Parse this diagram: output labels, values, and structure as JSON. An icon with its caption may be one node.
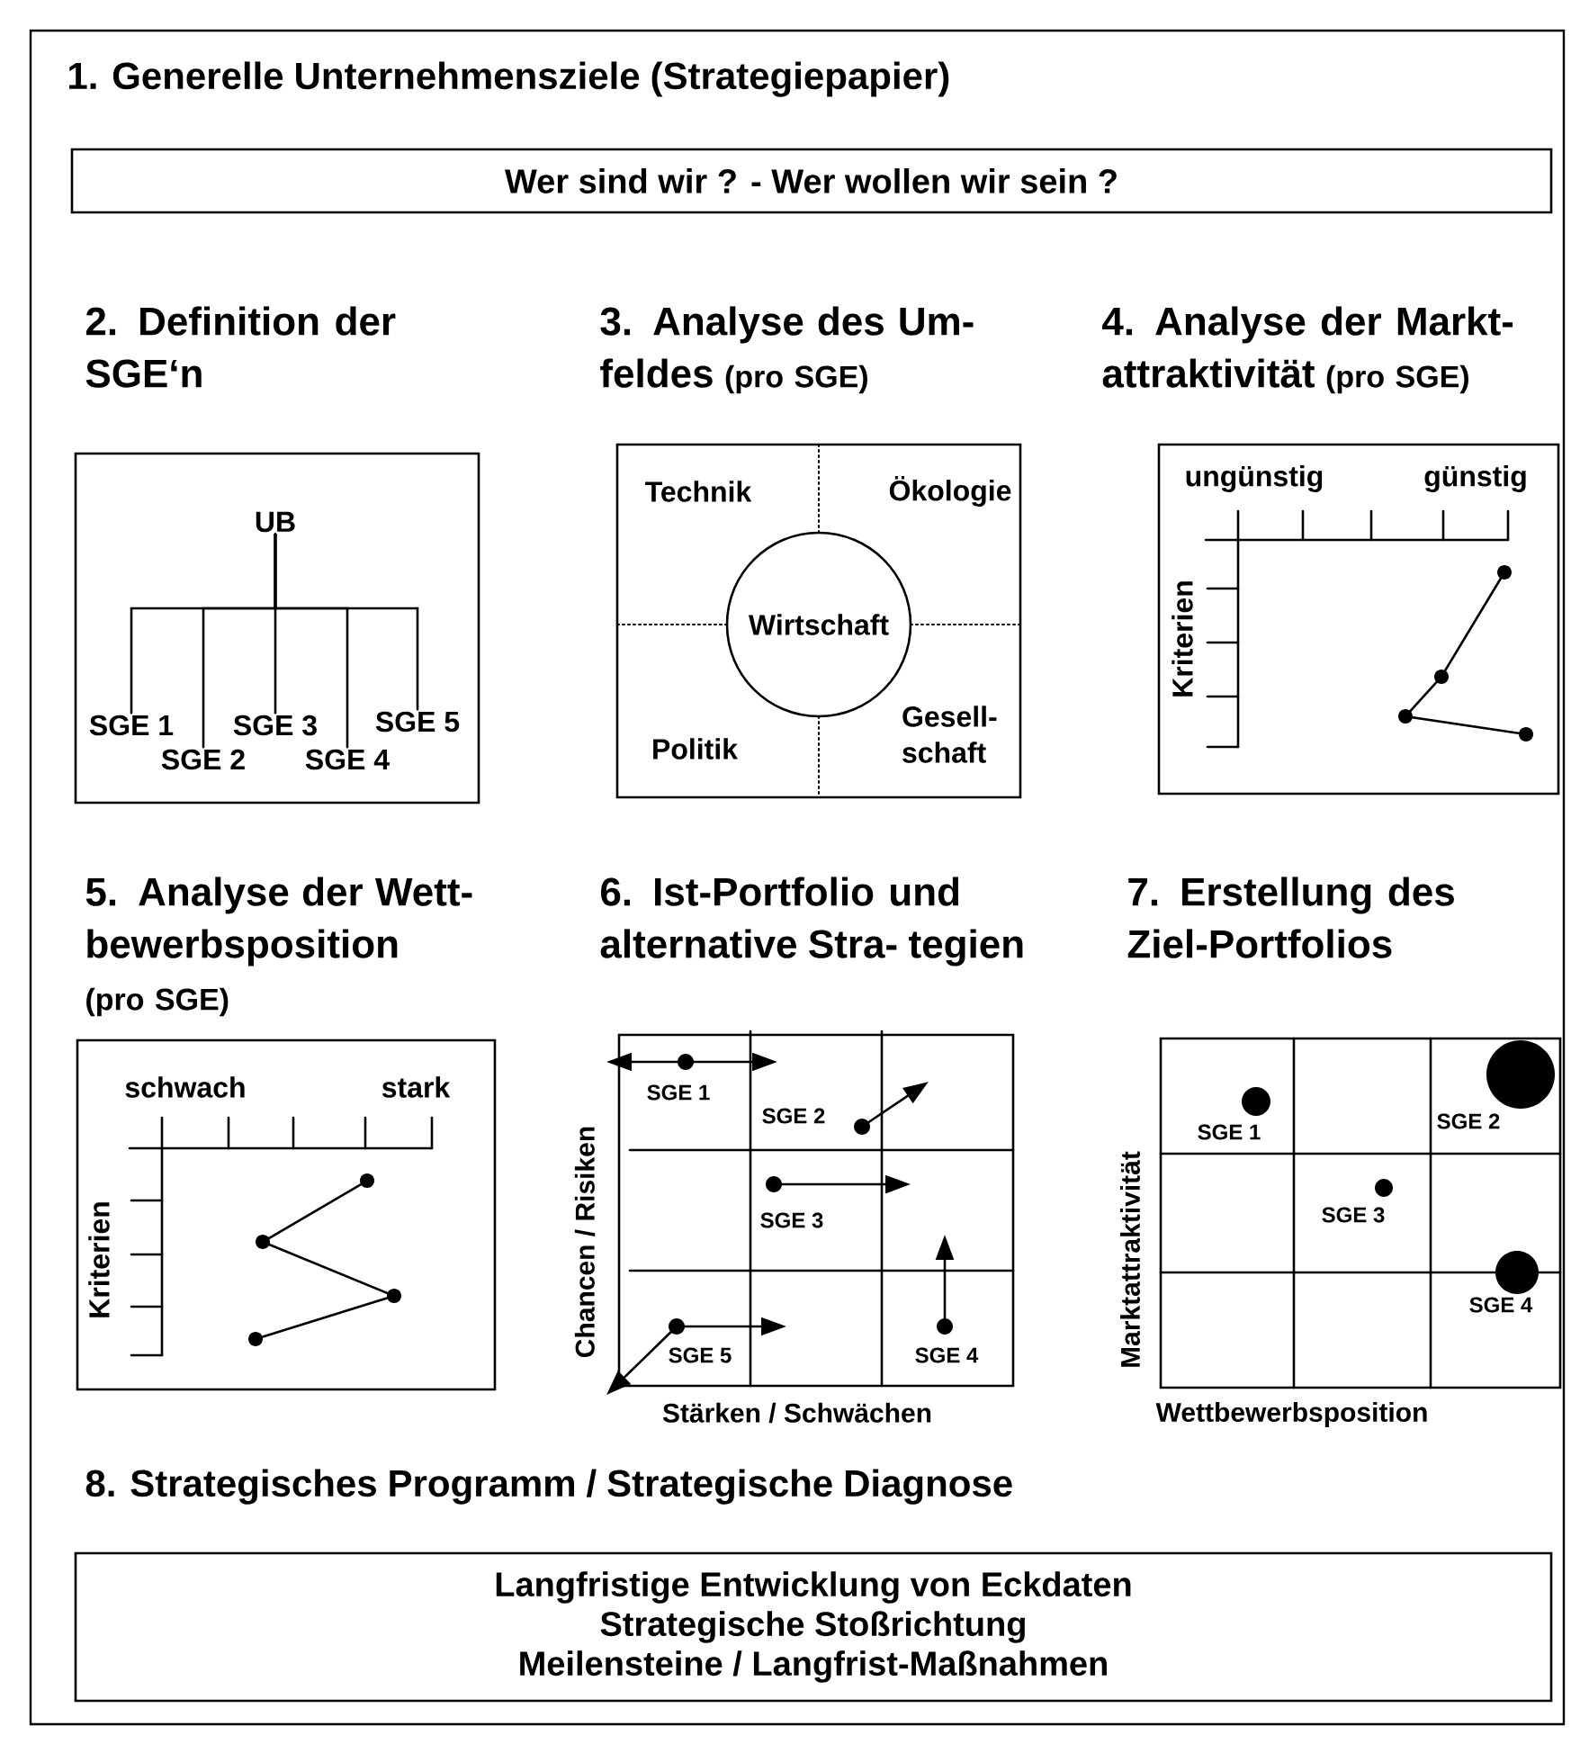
{
  "diagram": {
    "nodes": [
      {
        "text": [
          "1. Generelle Unternehmensziele (Strategiepapier)",
          "Wer sind wir ?  -  Wer wollen wir sein ?"
        ]
      },
      {
        "text": [
          "2. Definition der SGE‘n"
        ]
      },
      {
        "text": [
          "UB"
        ],
        "in": 1
      },
      {
        "text": [
          "SGE 1"
        ],
        "in": 1
      },
      {
        "text": [
          "SGE 2"
        ],
        "in": 1
      },
      {
        "text": [
          "SGE 3"
        ],
        "in": 1
      },
      {
        "text": [
          "SGE 4"
        ],
        "in": 1
      },
      {
        "text": [
          "SGE 5"
        ],
        "in": 1
      },
      {
        "text": [
          "3. Analyse des Um- feldes",
          "(pro SGE)"
        ]
      },
      {
        "text": [
          "Wirtschaft"
        ],
        "in": 8
      },
      {
        "text": [
          "4. Analyse der Markt- attraktivität",
          "(pro SGE)"
        ]
      },
      {
        "text": [
          "5. Analyse der Wett- bewerbsposition",
          "(pro SGE)"
        ]
      },
      {
        "text": [
          "6. Ist-Portfolio und alternative Stra- tegien"
        ]
      },
      {
        "text": [
          "7. Erstellung des Ziel-Portfolios"
        ]
      },
      {
        "text": [
          "8. Strategisches Programm / Strategische Diagnose",
          "Langfristige Entwicklung von Eckdaten",
          "Strategische Stoßrichtung",
          "Meilensteine / Langfrist-Maßnahmen"
        ]
      }
    ],
    "edges": [
      {
        "from": 2,
        "to": 3,
        "arrow": "none"
      },
      {
        "from": 2,
        "to": 4,
        "arrow": "none"
      },
      {
        "from": 2,
        "to": 5,
        "arrow": "none"
      },
      {
        "from": 2,
        "to": 6,
        "arrow": "none"
      },
      {
        "from": 2,
        "to": 7,
        "arrow": "none"
      }
    ],
    "labels": [
      "Technik",
      "Ökologie",
      "Politik",
      "Gesell- schaft",
      "ungünstig",
      "günstig",
      "Kriterien",
      "schwach",
      "stark",
      "Kriterien",
      "SGE 1",
      "SGE 2",
      "SGE 3",
      "SGE 5",
      "SGE 4",
      "Chancen / Risiken",
      "Stärken / Schwächen",
      "SGE 1",
      "SGE 2",
      "SGE 3",
      "SGE 4",
      "Marktattraktivität",
      "Wettbewerbsposition"
    ]
  }
}
